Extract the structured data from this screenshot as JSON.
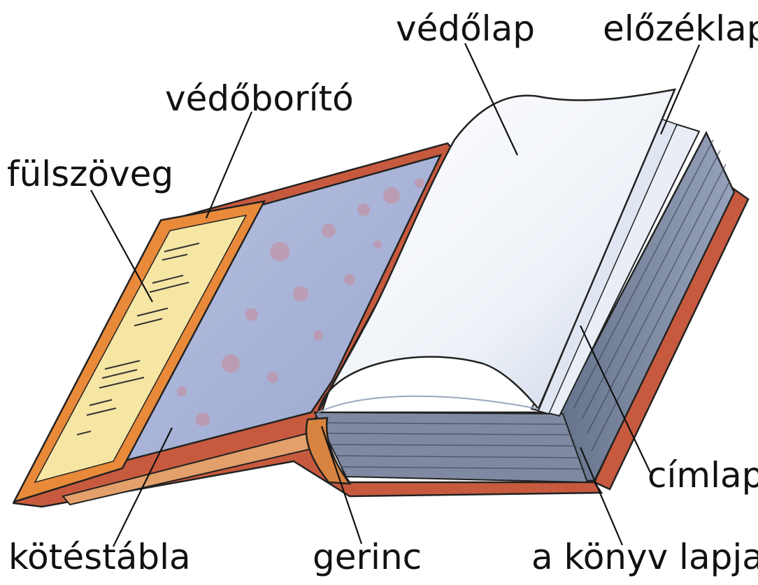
{
  "labels": {
    "vedolap": "védőlap",
    "elozeklap": "előzéklap",
    "vedoborito": "védőborító",
    "fulszoveg": "fülszöveg",
    "cimlap": "címlap",
    "kotestabla": "kötéstábla",
    "gerinc": "gerinc",
    "konyv_lapjai": "a könyv lapjai"
  },
  "colors": {
    "cover": "#c75a3e",
    "cover_dark": "#8e3524",
    "endpaper": "#a9b6d8",
    "endpaper_spots": "#c98a9a",
    "jacket_flap": "#e88a3a",
    "flap_paper": "#f6e6a4",
    "page": "#f2f5fa",
    "page_edge": "#6f7d96",
    "leader_line": "#111111"
  },
  "icons": [
    "book-illustration"
  ]
}
